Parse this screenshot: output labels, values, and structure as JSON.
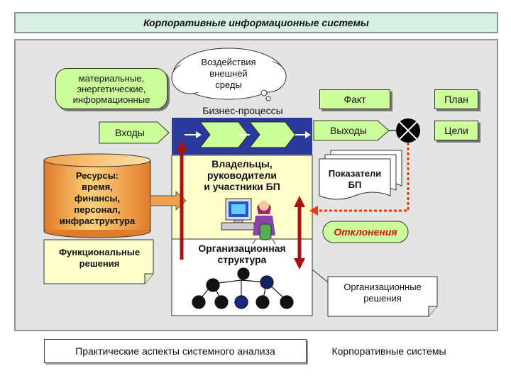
{
  "header_title": "Корпоративные информационные системы",
  "inputs_box": "материальные,\nэнергетические,\nинформационные",
  "cloud_text": "Воздействия\nвнешней\nсреды",
  "business_processes": "Бизнес-процессы",
  "inputs_label": "Входы",
  "outputs_label": "Выходы",
  "fact_label": "Факт",
  "plan_label": "План",
  "goals_label": "Цели",
  "resources_text": "Ресурсы:\nвремя,\nфинансы,\nперсонал,\nинфраструктура",
  "owners_text": "Владельцы,\nруководители\nи участники БП",
  "indicators_text": "Показатели\nБП",
  "deviations_text": "Отклонения",
  "functional_decisions": "Функциональные\nрешения",
  "org_structure": "Организационная\nструктура",
  "org_decisions": "Организационные\nрешения",
  "footer_left": "Практические аспекты системного анализа",
  "footer_right": "Корпоративные системы",
  "colors": {
    "green": "#ccff99",
    "yellow": "#ffffcc",
    "orange": "#f08a3c",
    "red_arrow": "#ff3300",
    "dark_red": "#aa1111",
    "header_bg": "#d8f0e4"
  }
}
